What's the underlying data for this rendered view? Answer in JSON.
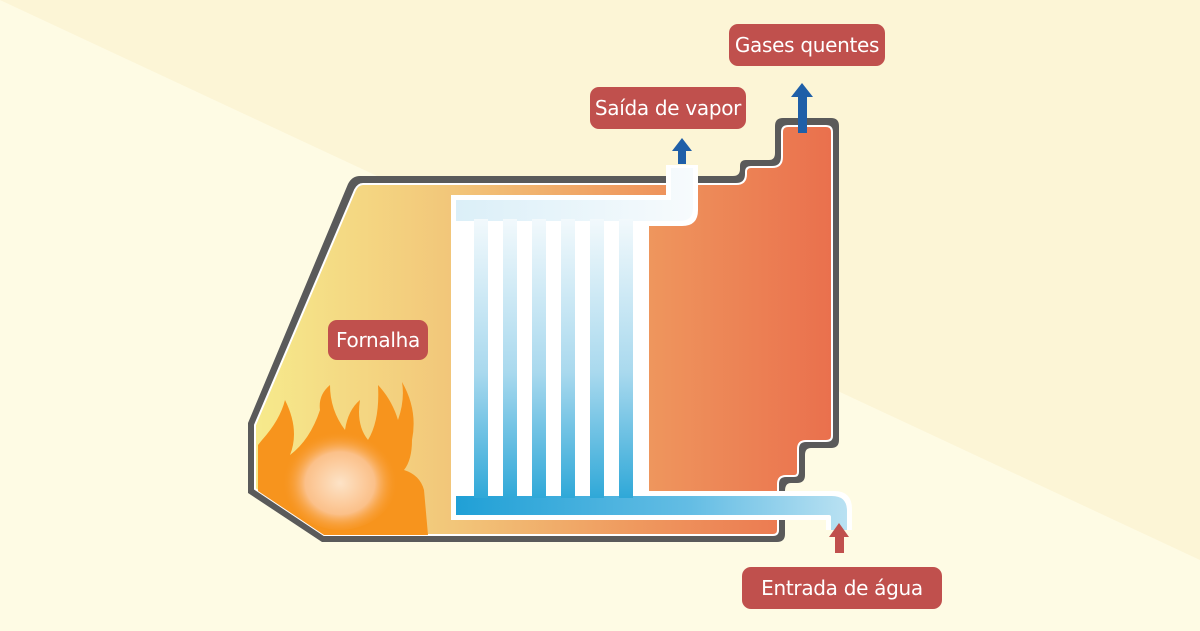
{
  "labels": {
    "gases_quentes": "Gases quentes",
    "saida_de_vapor": "Saída de vapor",
    "fornalha": "Fornalha",
    "entrada_de_agua": "Entrada de água"
  },
  "colors": {
    "background_light": "#fefbe4",
    "background_band": "#fcf3d3",
    "label_fill": "#c0504d",
    "label_text": "#ffffff",
    "boiler_outline": "#5a5a5a",
    "gas_gradient_start": "#f4e27a",
    "gas_gradient_mid": "#f1b574",
    "gas_gradient_end": "#ec7550",
    "water_blue": "#2aa6d8",
    "water_light": "#eaf6fb",
    "arrow_blue": "#1f5fa8",
    "arrow_red": "#c0504d",
    "flame_orange": "#f7941d",
    "flame_core": "#fbd2a8"
  },
  "icons": {
    "steam_out": "arrow-up-icon",
    "gas_out": "arrow-up-icon",
    "water_in": "arrow-up-icon",
    "fire": "flame-icon"
  }
}
